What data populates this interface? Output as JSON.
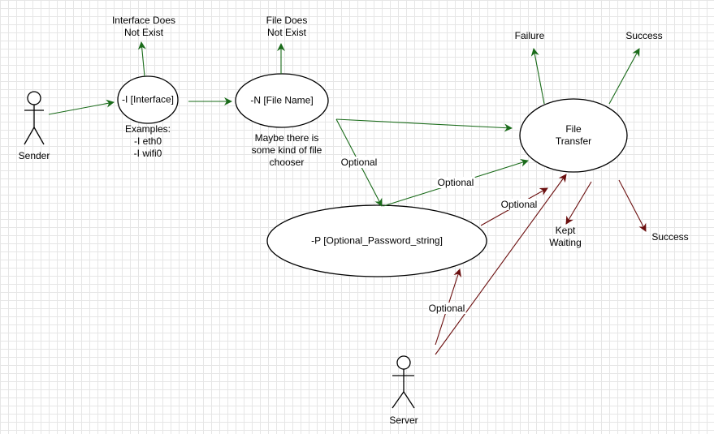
{
  "actors": {
    "sender": "Sender",
    "server": "Server"
  },
  "nodes": {
    "interface": "-I [Interface]",
    "file_name": "-N [File Name]",
    "password": "-P [Optional_Password_string]",
    "file_transfer": "File\nTransfer"
  },
  "labels": {
    "interface_not_exist": "Interface Does\nNot Exist",
    "file_not_exist": "File Does\nNot Exist",
    "examples": "Examples:\n-I eth0\n-I wifi0",
    "file_chooser": "Maybe there is\nsome kind of file\nchooser",
    "failure": "Failure",
    "success_top": "Success",
    "kept_waiting": "Kept\nWaiting",
    "success_bottom": "Success"
  },
  "edge_labels": {
    "optional_1": "Optional",
    "optional_2": "Optional",
    "optional_3": "Optional",
    "optional_4": "Optional"
  },
  "colors": {
    "green": "#1a6b1a",
    "red": "#6b0f0f",
    "stroke": "#000000"
  }
}
